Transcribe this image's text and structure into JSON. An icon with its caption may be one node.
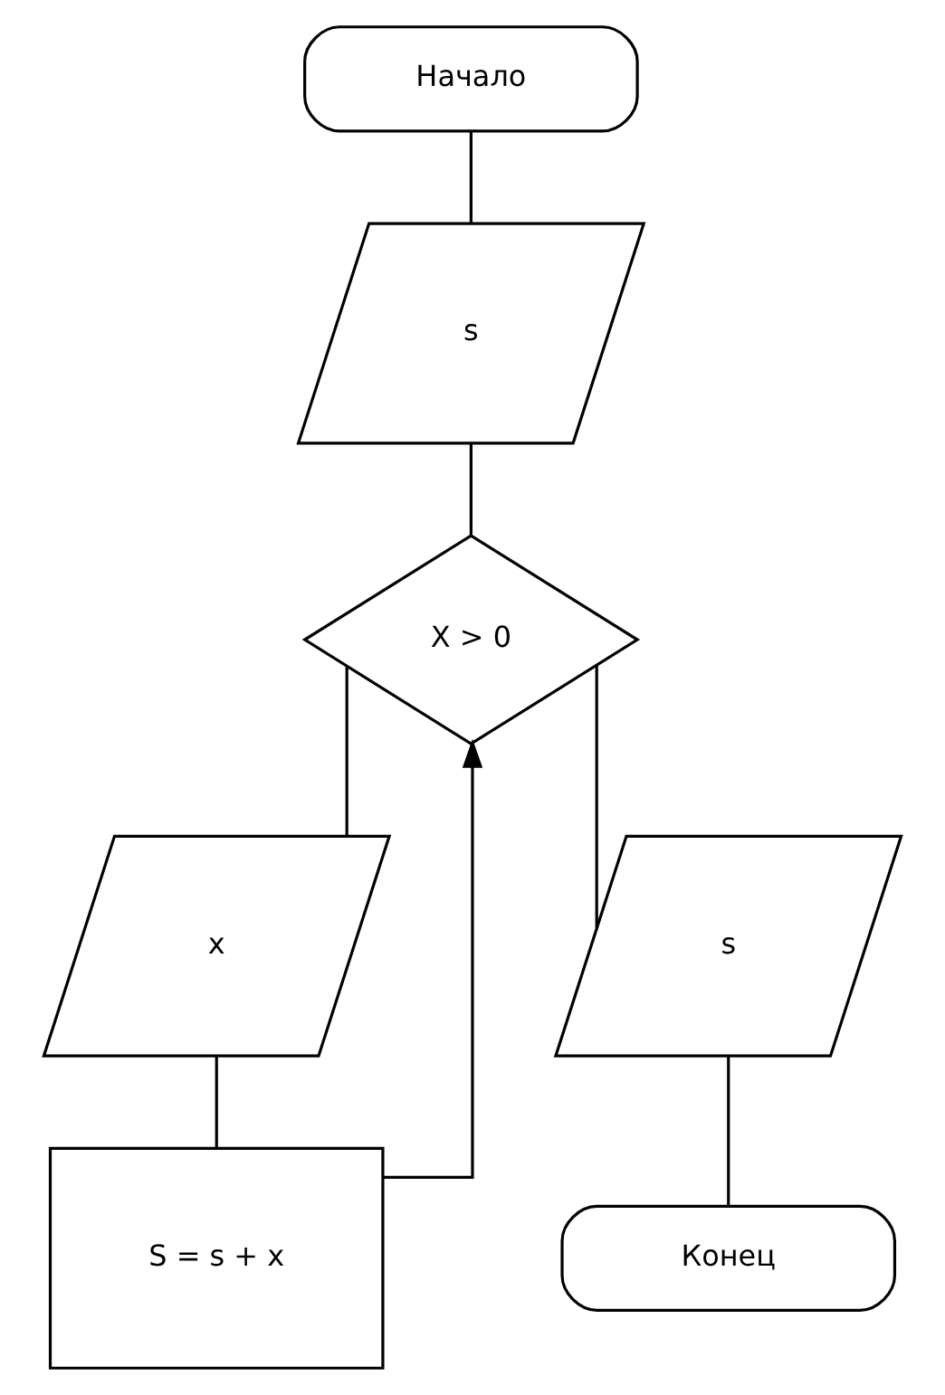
{
  "diagram": {
    "nodes": [
      {
        "text": [
          "Начало"
        ]
      },
      {
        "text": [
          "s"
        ]
      },
      {
        "text": [
          "X > 0"
        ]
      },
      {
        "text": [
          "x"
        ]
      },
      {
        "text": [
          "S = s + x"
        ]
      },
      {
        "text": [
          "s"
        ]
      },
      {
        "text": [
          "Конец"
        ]
      }
    ],
    "edges": [
      {
        "from": 0,
        "to": 1,
        "arrow": "none"
      },
      {
        "from": 1,
        "to": 2,
        "arrow": "none"
      },
      {
        "from": 2,
        "to": 3,
        "arrow": "none"
      },
      {
        "from": 3,
        "to": 4,
        "arrow": "none"
      },
      {
        "from": 4,
        "to": 2,
        "arrow": "to"
      },
      {
        "from": 2,
        "to": 5,
        "arrow": "none"
      },
      {
        "from": 5,
        "to": 6,
        "arrow": "none"
      }
    ]
  }
}
